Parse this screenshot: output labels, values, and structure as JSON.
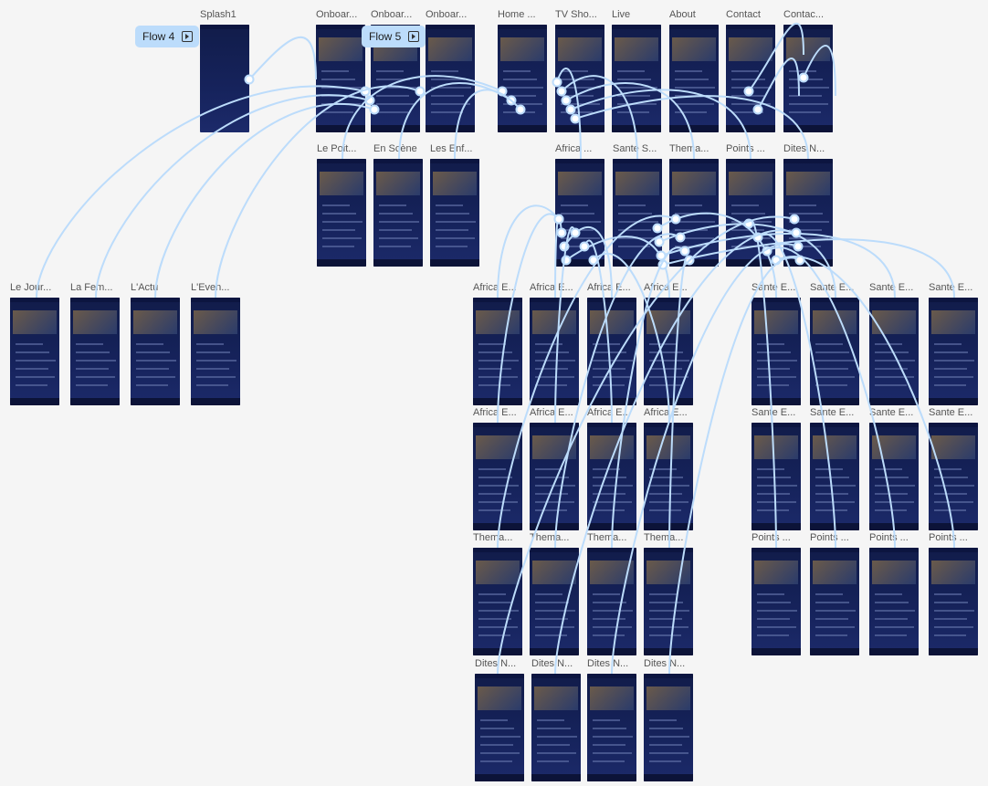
{
  "flows": [
    {
      "label": "Flow 4"
    },
    {
      "label": "Flow 5"
    }
  ],
  "frames": [
    "Splash1",
    "Onboar...",
    "Onboar...",
    "Onboar...",
    "Home ...",
    "TV Sho...",
    "Live",
    "About",
    "Contact",
    "Contac...",
    "Le Poit...",
    "En Scène",
    "Les Enf...",
    "Africa ...",
    "Sante S...",
    "Thema...",
    "Points ...",
    "Dites N...",
    "Le Jour...",
    "La Fem...",
    "L'Actu",
    "L'Even...",
    "Africa E...",
    "Africa E...",
    "Africa E...",
    "Africa E...",
    "Sante E...",
    "Sante E...",
    "Sante E...",
    "Sante E...",
    "Africa E...",
    "Africa E...",
    "Africa E...",
    "Africa E...",
    "Sante E...",
    "Sante E...",
    "Sante E...",
    "Sante E...",
    "Thema...",
    "Thema...",
    "Thema...",
    "Thema...",
    "Points ...",
    "Points ...",
    "Points ...",
    "Points ...",
    "Dites N...",
    "Dites N...",
    "Dites N...",
    "Dites N..."
  ],
  "colors": {
    "frame": "#111c4a",
    "link": "#bcdcfb",
    "canvas": "#f5f5f5"
  }
}
